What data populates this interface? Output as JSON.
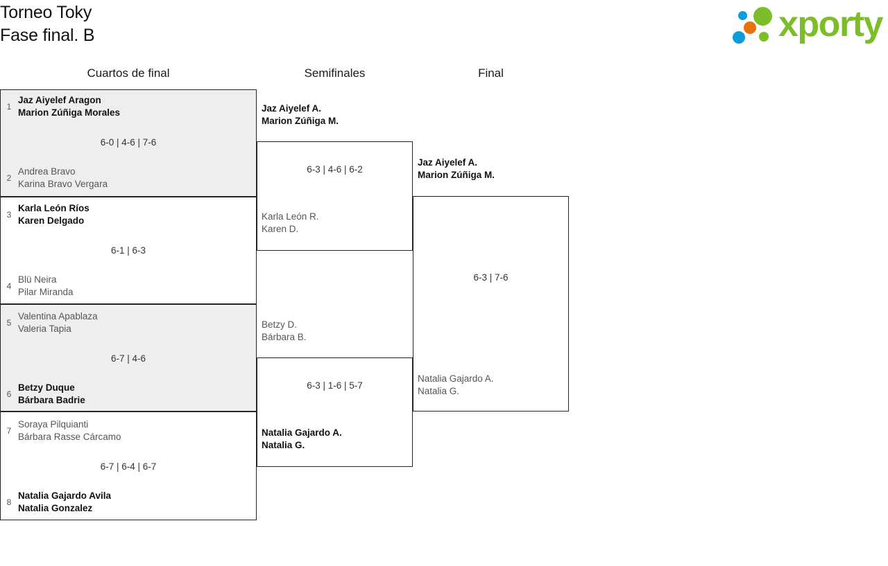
{
  "header": {
    "title_line_1": "Torneo Toky",
    "title_line_2": "Fase final. B",
    "logo": {
      "wordmark": "xporty",
      "colors": {
        "green": "#7cbd2a",
        "blue": "#0d9ddb",
        "orange": "#e8720b"
      }
    }
  },
  "bracket": {
    "rounds": [
      {
        "key": "qf",
        "label": "Cuartos de final"
      },
      {
        "key": "sf",
        "label": "Semifinales"
      },
      {
        "key": "f",
        "label": "Final"
      }
    ],
    "quarterfinals": [
      {
        "score": "6-0 | 4-6 | 7-6",
        "shaded": true,
        "top": {
          "seed": "1",
          "player_1": "Jaz Aiyelef Aragon",
          "player_2": "Marion Zúñiga Morales",
          "winner": true
        },
        "bottom": {
          "seed": "2",
          "player_1": "Andrea Bravo",
          "player_2": "Karina Bravo Vergara",
          "winner": false
        }
      },
      {
        "score": "6-1 | 6-3",
        "shaded": false,
        "top": {
          "seed": "3",
          "player_1": "Karla León Ríos",
          "player_2": "Karen Delgado",
          "winner": true
        },
        "bottom": {
          "seed": "4",
          "player_1": "Blü Neira",
          "player_2": "Pilar Miranda",
          "winner": false
        }
      },
      {
        "score": "6-7 | 4-6",
        "shaded": true,
        "top": {
          "seed": "5",
          "player_1": "Valentina Apablaza",
          "player_2": "Valeria Tapia",
          "winner": false
        },
        "bottom": {
          "seed": "6",
          "player_1": "Betzy Duque",
          "player_2": "Bárbara Badrie",
          "winner": true
        }
      },
      {
        "score": "6-7 | 6-4 | 6-7",
        "shaded": false,
        "top": {
          "seed": "7",
          "player_1": "Soraya Pilquianti",
          "player_2": "Bárbara Rasse Cárcamo",
          "winner": false
        },
        "bottom": {
          "seed": "8",
          "player_1": "Natalia Gajardo Avila",
          "player_2": "Natalia Gonzalez",
          "winner": true
        }
      }
    ],
    "semifinals": [
      {
        "score": "6-3 | 4-6 | 6-2",
        "top": {
          "player_1": "Jaz Aiyelef A.",
          "player_2": "Marion Zúñiga M.",
          "winner": true
        },
        "bottom": {
          "player_1": "Karla León R.",
          "player_2": "Karen D.",
          "winner": false
        }
      },
      {
        "score": "6-3 | 1-6 | 5-7",
        "top": {
          "player_1": "Betzy D.",
          "player_2": "Bárbara B.",
          "winner": false
        },
        "bottom": {
          "player_1": "Natalia Gajardo A.",
          "player_2": "Natalia G.",
          "winner": true
        }
      }
    ],
    "final": {
      "score": "6-3 | 7-6",
      "top": {
        "player_1": "Jaz Aiyelef A.",
        "player_2": "Marion Zúñiga M.",
        "winner": true
      },
      "bottom": {
        "player_1": "Natalia Gajardo A.",
        "player_2": "Natalia G.",
        "winner": false
      }
    }
  }
}
